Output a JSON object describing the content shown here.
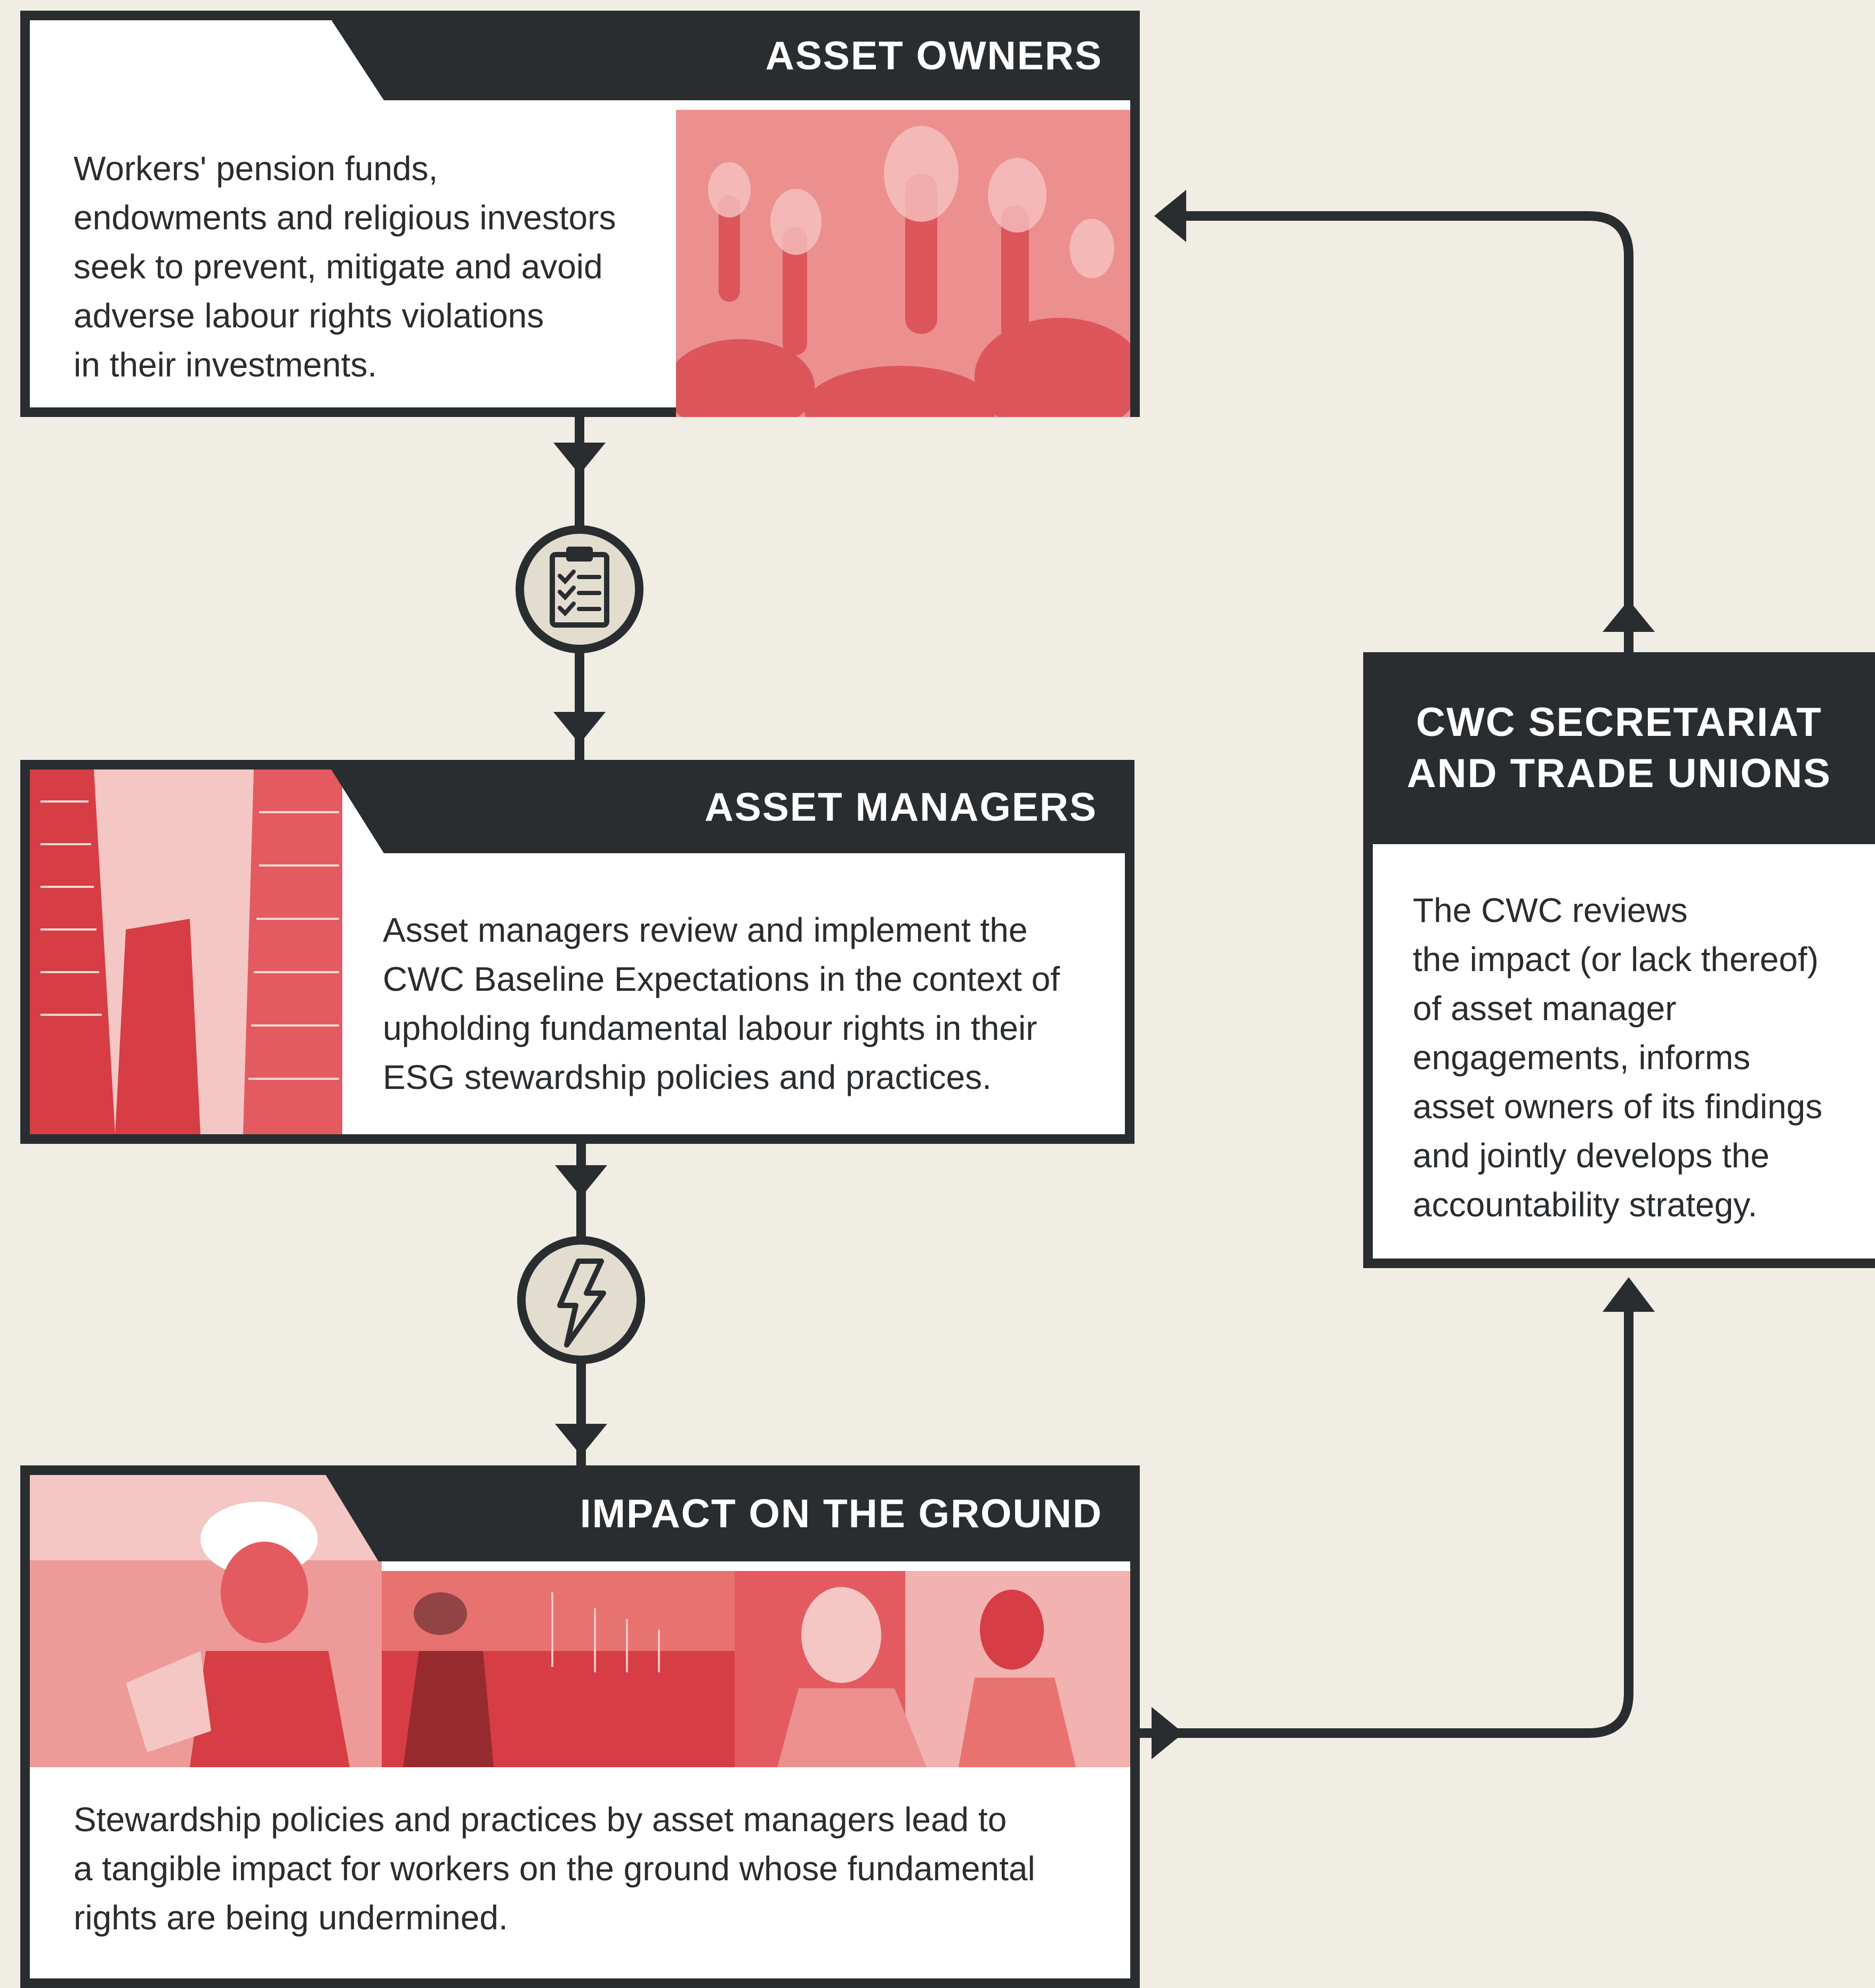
{
  "colors": {
    "dark": "#2a2d30",
    "background": "#f0ede5",
    "accent_red": "#e0343a",
    "icon_fill": "#e3ddd0"
  },
  "asset_owners": {
    "title": "ASSET OWNERS",
    "lines": [
      "Workers' pension funds,",
      "endowments and religious investors",
      "seek to prevent, mitigate and avoid",
      "adverse labour rights violations",
      "in their investments."
    ]
  },
  "asset_managers": {
    "title": "ASSET MANAGERS",
    "lines": [
      "Asset managers review and implement the",
      "CWC Baseline Expectations in the context of",
      "upholding fundamental labour rights in their",
      "ESG stewardship policies and practices."
    ]
  },
  "impact": {
    "title": "IMPACT ON THE GROUND",
    "lines": [
      "Stewardship policies and practices by asset managers lead to",
      "a tangible impact for workers on the ground whose fundamental",
      "rights are being undermined."
    ]
  },
  "cwc": {
    "title_lines": [
      "CWC SECRETARIAT",
      "AND TRADE UNIONS"
    ],
    "lines": [
      "The CWC reviews",
      "the impact (or lack thereof)",
      "of asset manager",
      "engagements, informs",
      "asset owners of its findings",
      "and jointly develops the",
      "accountability strategy."
    ]
  },
  "icons": {
    "step1": "clipboard-checklist-icon",
    "step2": "lightning-bolt-icon"
  }
}
